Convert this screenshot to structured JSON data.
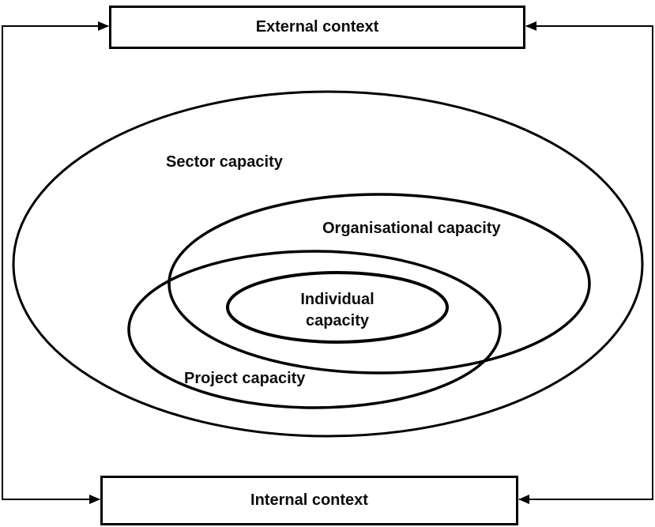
{
  "diagram": {
    "type": "nested-ellipse capacity model",
    "background_color": "#ffffff",
    "line_color": "#000000",
    "text_color": "#0d0d0d"
  },
  "boxes": {
    "external": {
      "label": "External context"
    },
    "internal": {
      "label": "Internal context"
    }
  },
  "ellipses": {
    "sector": {
      "label": "Sector capacity"
    },
    "organisational": {
      "label": "Organisational capacity"
    },
    "project": {
      "label": "Project capacity"
    },
    "individual": {
      "label": "Individual capacity"
    }
  }
}
